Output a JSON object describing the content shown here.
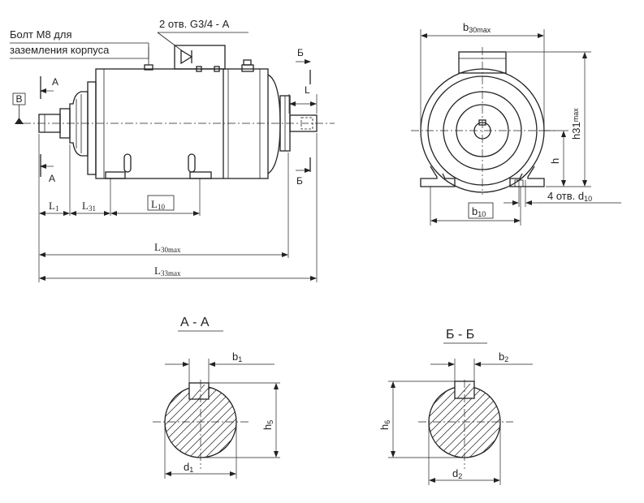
{
  "drawing": {
    "note_bolt_line1": "Болт М8 для",
    "note_bolt_line2": "заземления корпуса",
    "note_holes": "2 отв. G3/4 - А",
    "datum": "В",
    "side_label_main": "L",
    "section_a": "А",
    "section_b": "Б",
    "dims_front": {
      "l1": "L",
      "l1_sub": "1",
      "l31": "L",
      "l31_sub": "31",
      "l10": "L",
      "l10_sub": "10",
      "l30": "L",
      "l30_sub": "30max",
      "l33": "L",
      "l33_sub": "33max"
    },
    "dims_end": {
      "b30": "b",
      "b30_sub": "30max",
      "h31": "h31",
      "h31_sub": "max",
      "h": "h",
      "b10": "b",
      "b10_sub": "10",
      "holes": "4 отв. d",
      "holes_sub": "10"
    },
    "section_aa": {
      "title": "А - А",
      "b": "b",
      "b_sub": "1",
      "h": "h",
      "h_sub": "5",
      "d": "d",
      "d_sub": "1"
    },
    "section_bb": {
      "title": "Б - Б",
      "b": "b",
      "b_sub": "2",
      "h": "h",
      "h_sub": "6",
      "d": "d",
      "d_sub": "2"
    }
  }
}
